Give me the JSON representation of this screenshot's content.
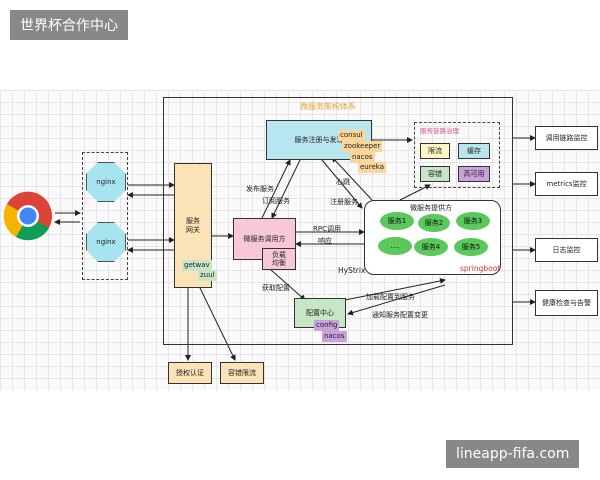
{
  "watermark_top": "世界杯合作中心",
  "watermark_bottom": "lineapp-fifa.com",
  "diagram": {
    "title": "微服务架构体系",
    "nginx_1": "nginx",
    "nginx_2": "nginx",
    "gateway": "服务\n网关",
    "gateway_tag_1": "getwav",
    "gateway_tag_2": "zuul",
    "registry": "服务注册与发现",
    "registry_tags": [
      "consul",
      "zookeeper",
      "nacos",
      "eureka"
    ],
    "governance_title": "服务链路治理",
    "governance_items": [
      "限流",
      "缓存",
      "容错",
      "高可用"
    ],
    "consumer": "微服务调用方",
    "load_balance": "负载\n均衡",
    "provider_title": "微服务提供方",
    "services": [
      "服务1",
      "服务2",
      "服务3",
      "....",
      "服务4",
      "服务5"
    ],
    "springboot": "springboot",
    "hystrix": "HyStrix",
    "config_center": "配置中心",
    "config_tags": [
      "config",
      "nacos"
    ],
    "auth": "授权认证",
    "limit": "容错限流",
    "monitors": [
      "调用链路监控",
      "metrics监控",
      "日志监控",
      "健康检查与告警"
    ],
    "edge_labels": {
      "publish": "发布服务",
      "subscribe": "订阅服务",
      "heartbeat": "心跳",
      "register": "注册服务",
      "rpc": "RPC调用",
      "response": "响应",
      "get_config": "获取配置",
      "load_config": "加载配置到服务",
      "notify_change": "通知服务配置变更"
    }
  },
  "colors": {
    "gateway": "#fbe3b7",
    "registry": "#b7e6ee",
    "consumer": "#f8c8d6",
    "config": "#c6e6c6",
    "orange_tag": "#fbd59a",
    "purple_tag": "#c9a1dc",
    "green": "#5ac85a"
  }
}
